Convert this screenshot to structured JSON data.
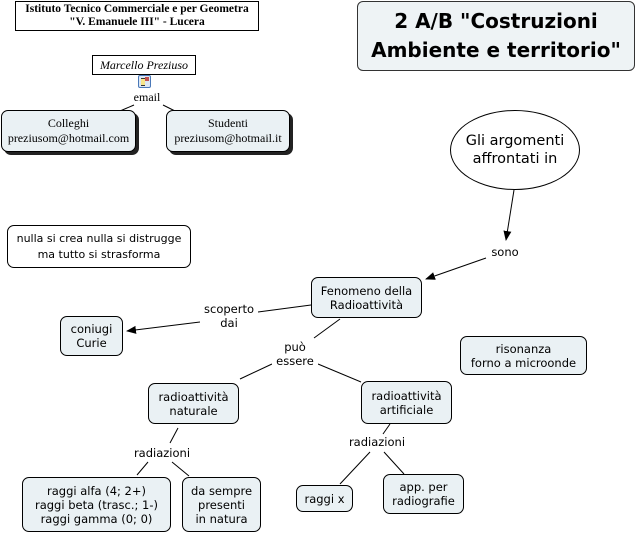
{
  "header": {
    "school_line1": "Istituto Tecnico Commerciale e per Geometra",
    "school_line2": "\"V. Emanuele III\" - Lucera",
    "author": "Marcello Preziuso",
    "title_line1": "2 A/B \"Costruzioni",
    "title_line2": "Ambiente e territorio\""
  },
  "contacts": {
    "link_label": "email",
    "icon": "document-icon",
    "colleghi": {
      "line1": "Colleghi",
      "line2": "preziusom@hotmail.com"
    },
    "studenti": {
      "line1": "Studenti",
      "line2": "preziusom@hotmail.it"
    }
  },
  "motto": {
    "line1": "nulla si crea nulla si distrugge",
    "line2": "ma tutto si strasforma"
  },
  "map": {
    "root": {
      "line1": "Gli argomenti",
      "line2": "affrontati  in"
    },
    "link_sono": "sono",
    "topic": {
      "line1": "Fenomeno della",
      "line2": "Radioattività"
    },
    "link_scoperto": {
      "line1": "scoperto",
      "line2": "dai"
    },
    "discoverers": {
      "line1": "coniugi",
      "line2": "Curie"
    },
    "link_puo": {
      "line1": "può",
      "line2": "essere"
    },
    "risonanza": {
      "line1": "risonanza",
      "line2": "forno a microonde"
    },
    "naturale": {
      "line1": "radioattività",
      "line2": "naturale"
    },
    "artificiale": {
      "line1": "radioattività",
      "line2": "artificiale"
    },
    "link_radiazioni_nat": "radiazioni",
    "link_radiazioni_art": "radiazioni",
    "raggi": {
      "line1": "raggi alfa (4; 2+)",
      "line2": "raggi beta (trasc.; 1-)",
      "line3": "raggi gamma (0; 0)"
    },
    "sempre": {
      "line1": "da sempre",
      "line2": "presenti",
      "line3": "in natura"
    },
    "raggi_x": "raggi x",
    "app": {
      "line1": "app. per",
      "line2": "radiografie"
    }
  }
}
